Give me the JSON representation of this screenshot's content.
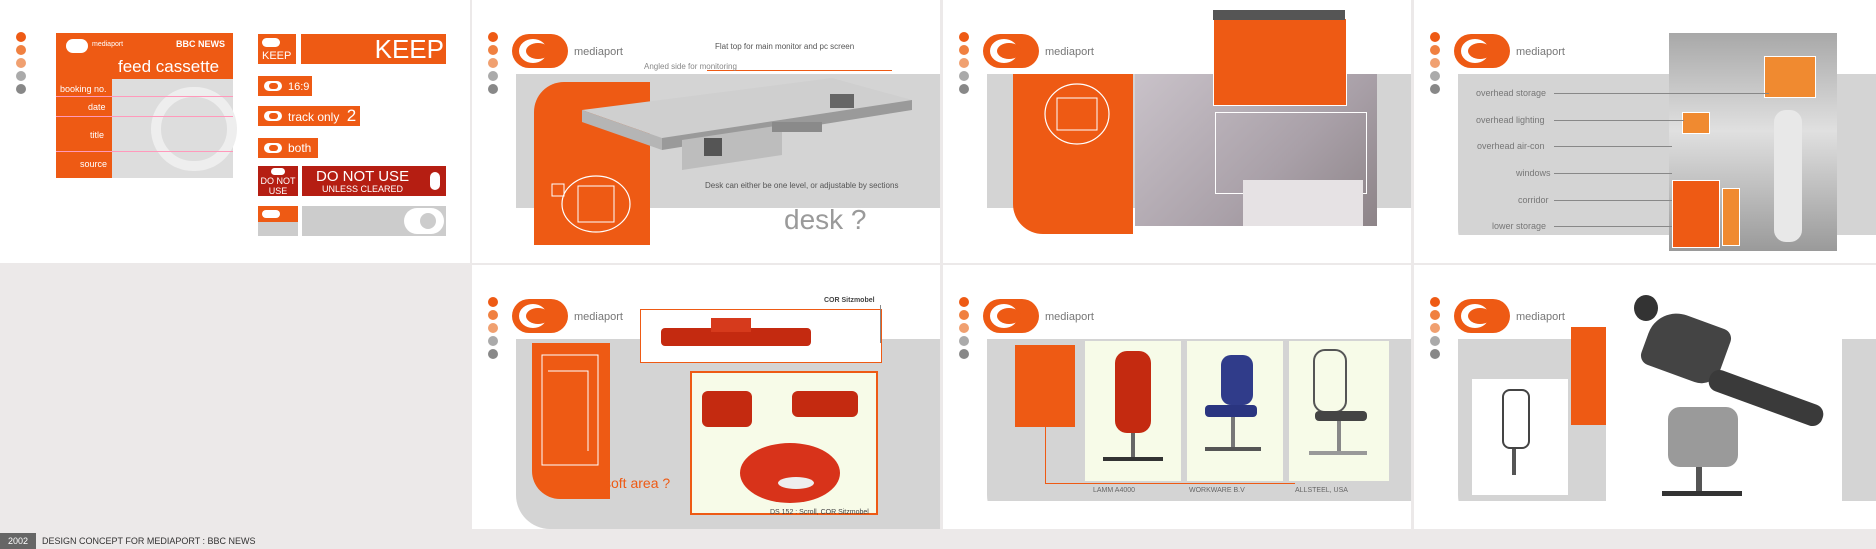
{
  "colors": {
    "accent": "#ee5a14",
    "gray": "#d4d4d4",
    "background": "#ece9e9",
    "danger": "#b51e12"
  },
  "footer": {
    "year": "2002",
    "caption": "DESIGN CONCEPT FOR MEDIAPORT : BBC NEWS"
  },
  "logo_text": "mediaport",
  "panel1": {
    "card_logo": "mediaport",
    "bbc": "BBC NEWS",
    "title": "feed cassette",
    "fields": [
      "booking no.",
      "date",
      "title",
      "source"
    ],
    "buttons": {
      "keep_small": "KEEP",
      "keep_big": "KEEP",
      "ratio": "16:9",
      "track": "track only",
      "track_num": "2",
      "both": "both",
      "do_not": "DO NOT USE",
      "do_not_big": "DO NOT USE",
      "unless": "UNLESS CLEARED"
    }
  },
  "panel2": {
    "annot_top": "Flat top for main monitor and pc screen",
    "annot_angled": "Angled side for monitoring",
    "annot_desk": "Desk can either be one level, or adjustable by sections",
    "heading": "desk ?"
  },
  "panel4": {
    "items": [
      "overhead storage",
      "overhead lighting",
      "overhead air-con",
      "windows",
      "corridor",
      "lower storage"
    ]
  },
  "panel5": {
    "label_top": "COR Sitzmobel",
    "heading": "soft area ?",
    "caption": "DS 152 : Scroll, COR Sitzmobel"
  },
  "panel6": {
    "chairs": [
      "LAMM A4000",
      "WORKWARE B.V",
      "ALLSTEEL, USA"
    ]
  }
}
